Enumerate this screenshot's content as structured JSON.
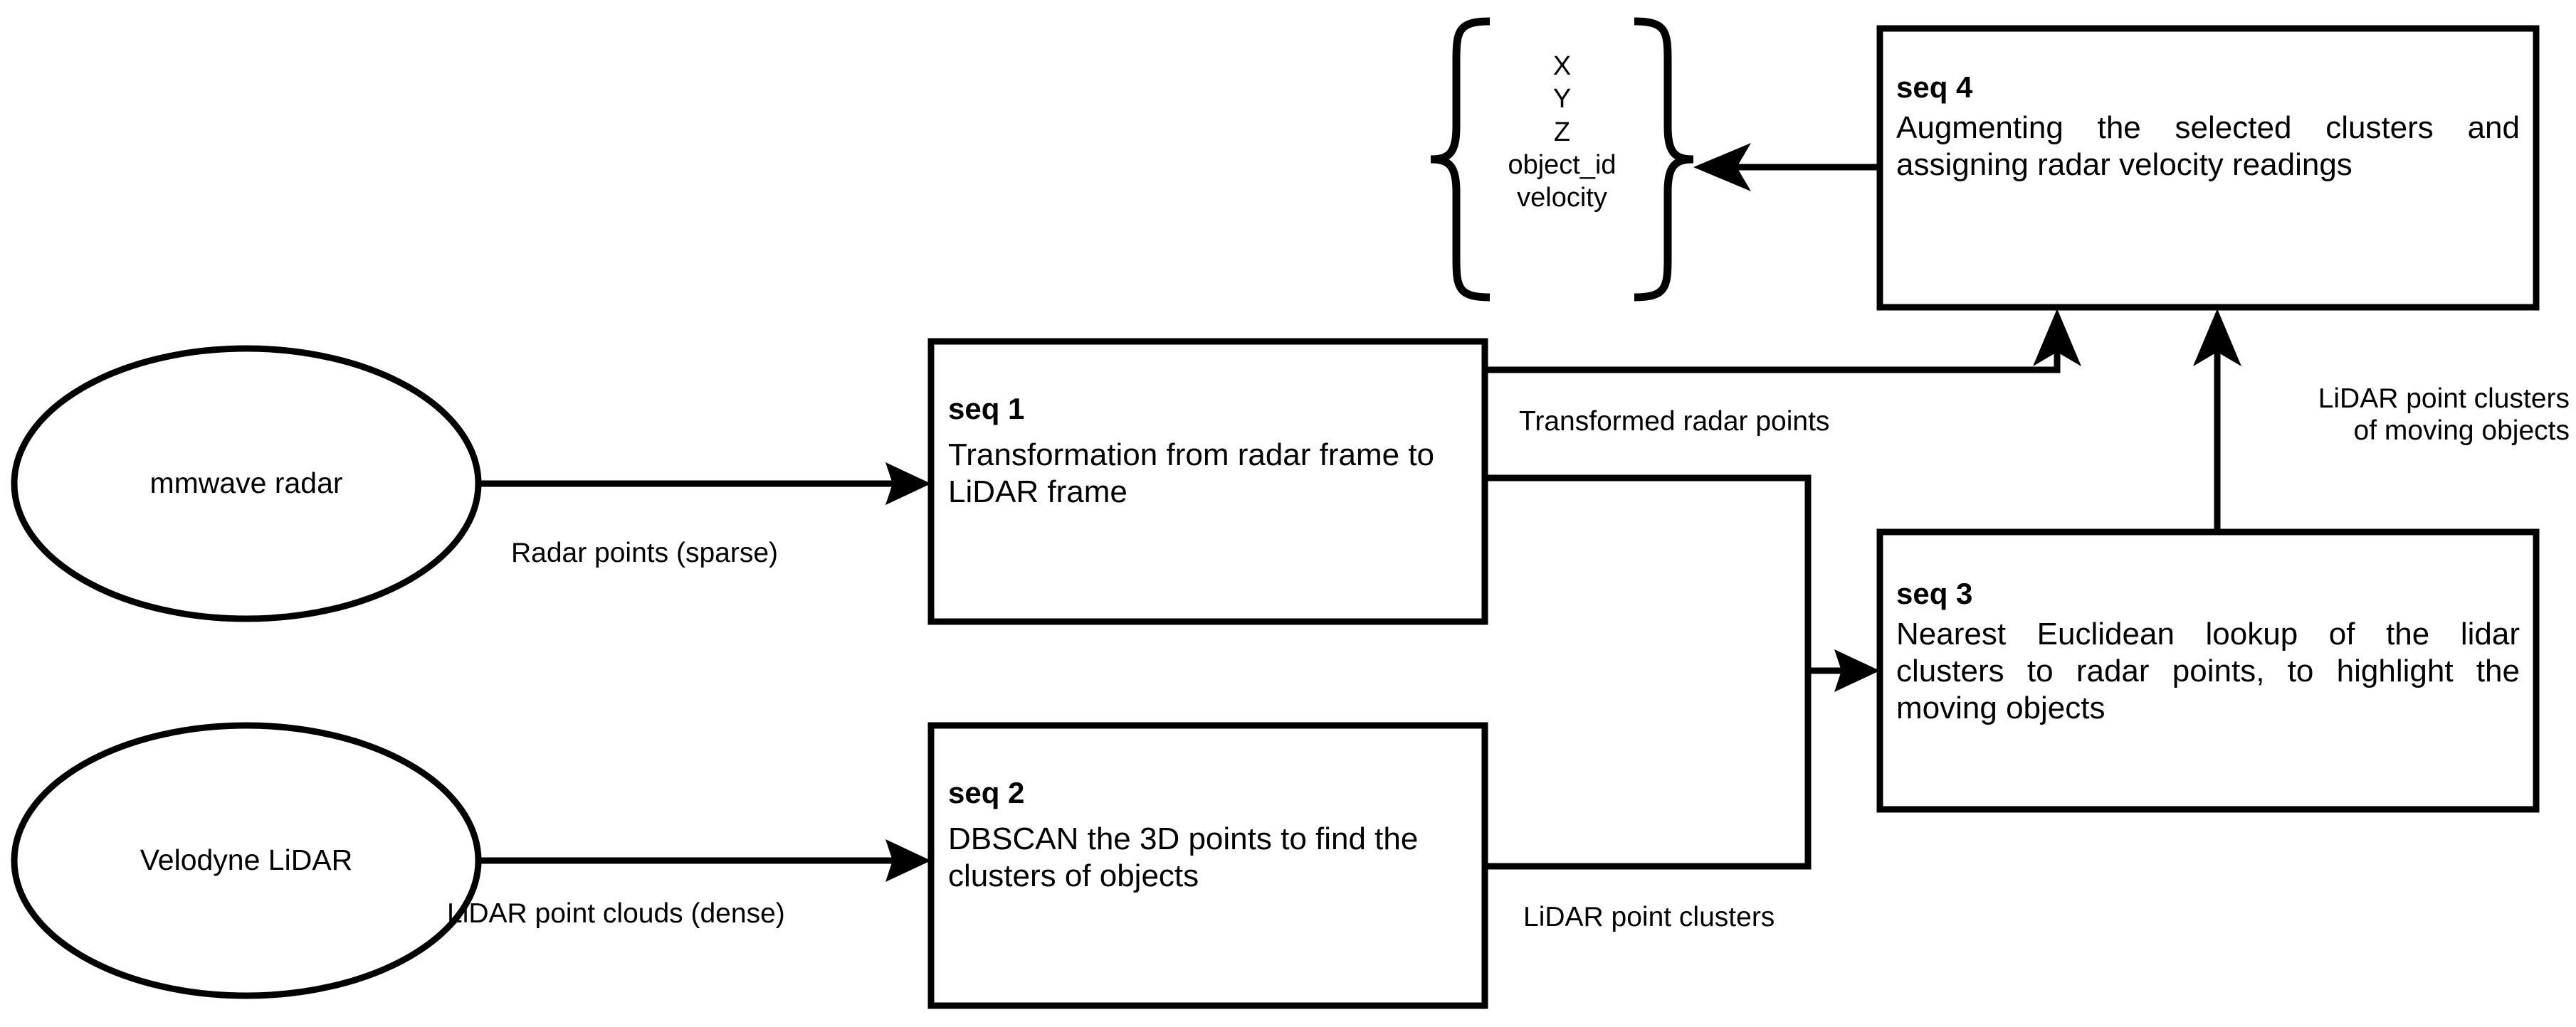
{
  "diagram": {
    "title": "Radar-LiDAR sensor fusion pipeline",
    "background_color": "#ffffff",
    "stroke_color": "#000000"
  },
  "nodes": {
    "radar_source": {
      "label": "mmwave radar",
      "shape": "ellipse"
    },
    "lidar_source": {
      "label": "Velodyne LiDAR",
      "shape": "ellipse"
    },
    "seq1": {
      "title": "seq 1",
      "body": "Transformation from radar frame to LiDAR frame",
      "shape": "rect"
    },
    "seq2": {
      "title": "seq 2",
      "body": "DBSCAN the 3D points to find the clusters of objects",
      "shape": "rect"
    },
    "seq3": {
      "title": "seq 3",
      "body": "Nearest Euclidean lookup of the lidar clusters to radar points, to highlight the moving objects",
      "shape": "rect"
    },
    "seq4": {
      "title": "seq 4",
      "body": "Augmenting the selected clusters and assigning radar velocity readings",
      "shape": "rect"
    },
    "output_brace": {
      "shape": "curly-brace-pair",
      "fields": [
        "X",
        "Y",
        "Z",
        "object_id",
        "velocity"
      ]
    }
  },
  "edges": [
    {
      "id": "radar-to-seq1",
      "from": "radar_source",
      "to": "seq1",
      "label": "Radar points (sparse)"
    },
    {
      "id": "lidar-to-seq2",
      "from": "lidar_source",
      "to": "seq2",
      "label": "LiDAR point clouds (dense)"
    },
    {
      "id": "seq1-to-seq4",
      "from": "seq1",
      "to": "seq4",
      "label": "Transformed radar points"
    },
    {
      "id": "seq2-to-seq3",
      "from": "seq2",
      "to": "seq3",
      "label": "LiDAR point clusters"
    },
    {
      "id": "seq3-to-seq4",
      "from": "seq3",
      "to": "seq4",
      "label": "LiDAR point clusters\nof moving objects"
    },
    {
      "id": "seq4-to-output",
      "from": "seq4",
      "to": "output_brace",
      "label": ""
    }
  ]
}
